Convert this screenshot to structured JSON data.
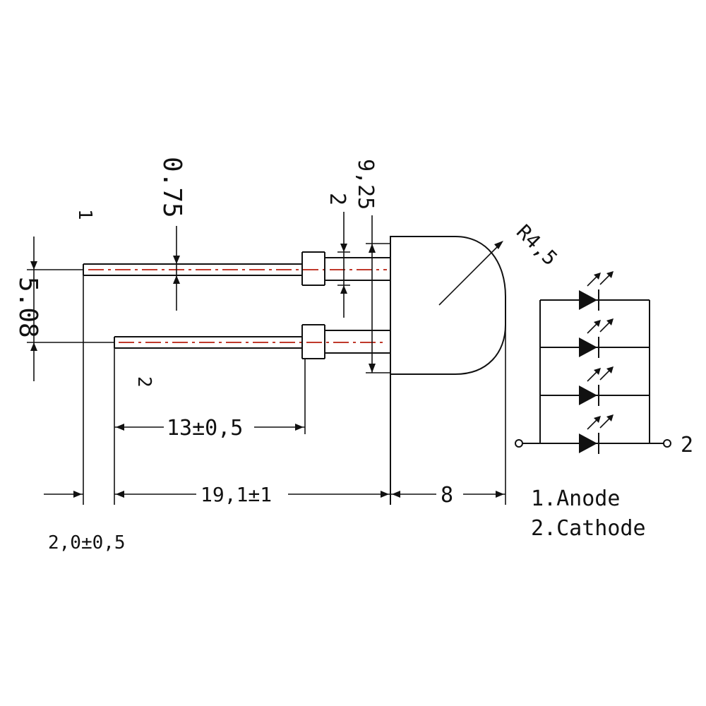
{
  "drawing": {
    "pin_labels": {
      "pin1": "1",
      "pin2": "2"
    },
    "dimensions": {
      "lead_width": "0.75",
      "lead_spacing": "5.08",
      "body_step": "2",
      "flange_height": "9,25",
      "dome_radius": "R4,5",
      "standoff": "13±0,5",
      "lead_length": "19,1±1",
      "lead_offset": "2,0±0,5",
      "body_length": "8"
    },
    "schematic": {
      "terminal_label": "2",
      "diode_count": 4
    },
    "legend": [
      "1.Anode",
      "2.Cathode"
    ]
  }
}
